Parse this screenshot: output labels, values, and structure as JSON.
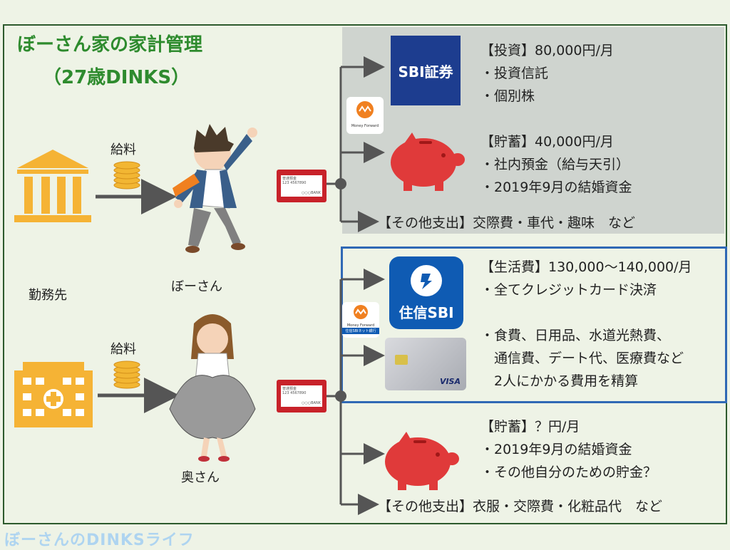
{
  "title": "ぼーさん家の家計管理",
  "subtitle": "（27歳DINKS）",
  "workplace_label": "勤務先",
  "salary_label_1": "給料",
  "salary_label_2": "給料",
  "person_1": "ぼーさん",
  "person_2": "奥さん",
  "card_text": {
    "top": "普通預金",
    "num": "123 4567890",
    "bank": "○○○BANK"
  },
  "investment": {
    "header": "【投資】80,000円/月",
    "items": [
      "・投資信託",
      "・個別株"
    ],
    "logo": "SBI証券"
  },
  "savings_1": {
    "header": "【貯蓄】40,000円/月",
    "items": [
      "・社内預金（給与天引）",
      "・2019年9月の結婚資金"
    ]
  },
  "other_1": "【その他支出】交際費・車代・趣味　など",
  "living": {
    "header": "【生活費】130,000〜140,000/月",
    "items": [
      "・全てクレジットカード決済",
      "・食費、日用品、水道光熱費、",
      "　通信費、デート代、医療費など",
      "　2人にかかる費用を精算"
    ],
    "logo": "住信SBI"
  },
  "savings_2": {
    "header": "【貯蓄】？円/月",
    "items": [
      "・2019年9月の結婚資金",
      "・その他自分のための貯金？"
    ]
  },
  "other_2": "【その他支出】衣服・交際費・化粧品代　など",
  "mf_logo": "Money Forward",
  "mf_bank_logo": "住信SBIネット銀行",
  "card_brand": "VISA",
  "watermark": "ぼーさんのDINKSライフ",
  "colors": {
    "accent_green": "#2e8b2e",
    "blue_border": "#2f68b5",
    "pig_red": "#e03a3a",
    "building_orange": "#f5b335"
  }
}
